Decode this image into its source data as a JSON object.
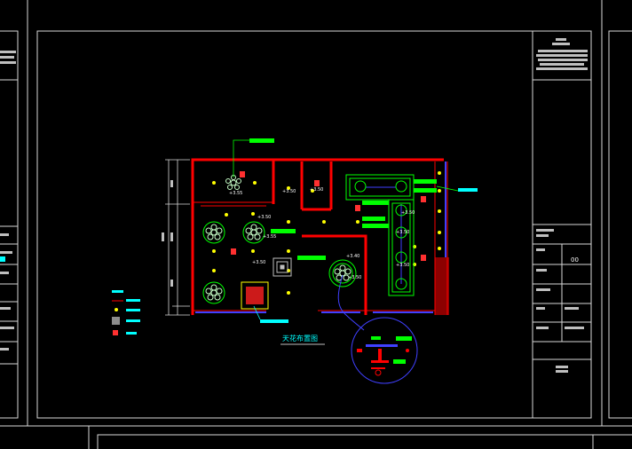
{
  "drawing": {
    "title": "天花布置图",
    "elevations": [
      "+3.55",
      "+3.50",
      "+3.50",
      "+3.50",
      "+3.50",
      "+3.55",
      "+3.50",
      "+3.50",
      "+3.40",
      "+3.50",
      "+3.50"
    ],
    "title_block_ref": "00"
  },
  "colors": {
    "background": "#000000",
    "frame": "#d9d9d9",
    "wall": "#ff0000",
    "accent_green": "#00ff00",
    "accent_cyan": "#00ffff",
    "fixture": "#ffff00",
    "blue": "#3a3aff",
    "magenta": "#ff00ff"
  }
}
